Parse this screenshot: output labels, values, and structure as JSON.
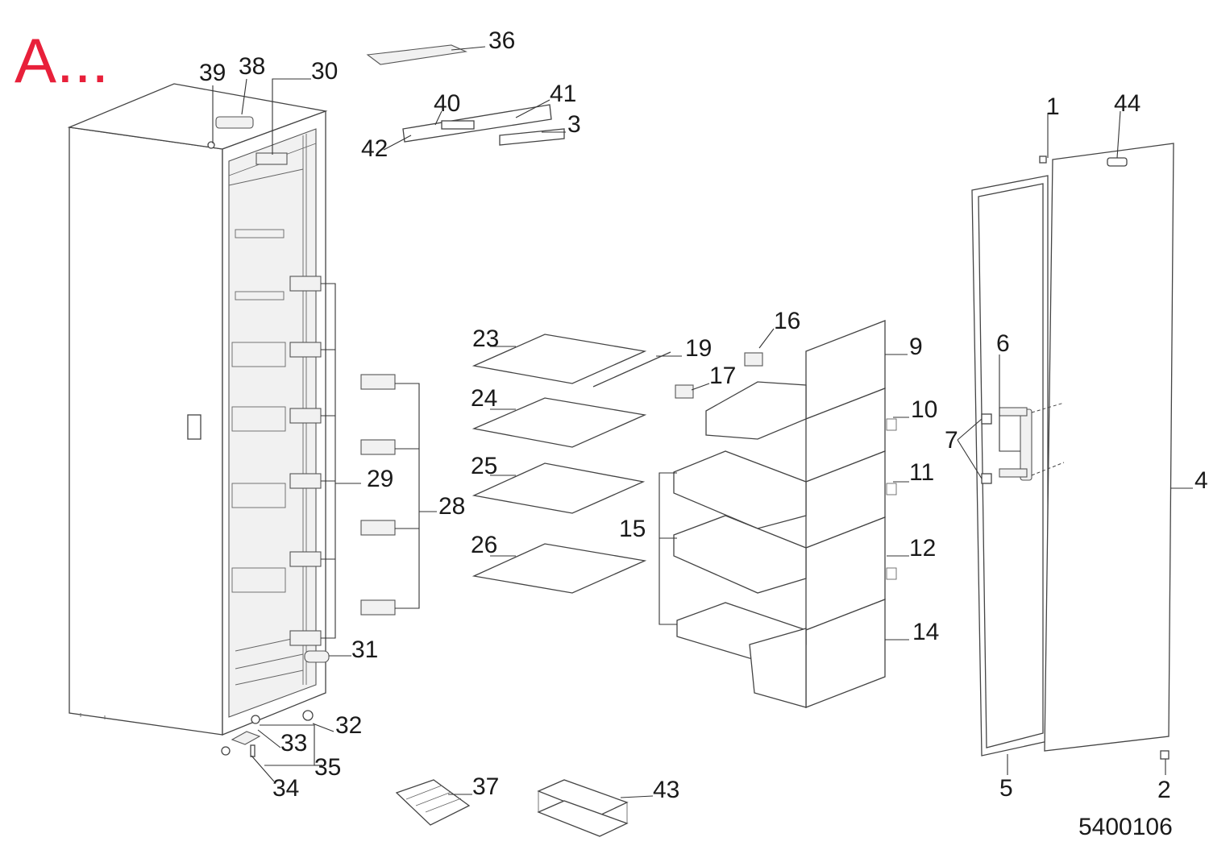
{
  "section_label": "A...",
  "document_number": "5400106",
  "colors": {
    "section_label": "#e8203a",
    "lines": "#333333",
    "background": "#ffffff"
  },
  "callouts": {
    "c1": "1",
    "c2": "2",
    "c3": "3",
    "c4": "4",
    "c5": "5",
    "c6": "6",
    "c7": "7",
    "c9": "9",
    "c10": "10",
    "c11": "11",
    "c12": "12",
    "c14": "14",
    "c15": "15",
    "c16": "16",
    "c17": "17",
    "c19": "19",
    "c23": "23",
    "c24": "24",
    "c25": "25",
    "c26": "26",
    "c28": "28",
    "c29": "29",
    "c30": "30",
    "c31": "31",
    "c32": "32",
    "c33": "33",
    "c34": "34",
    "c35": "35",
    "c36": "36",
    "c37": "37",
    "c38": "38",
    "c39": "39",
    "c40": "40",
    "c41": "41",
    "c42": "42",
    "c43": "43",
    "c44": "44"
  }
}
